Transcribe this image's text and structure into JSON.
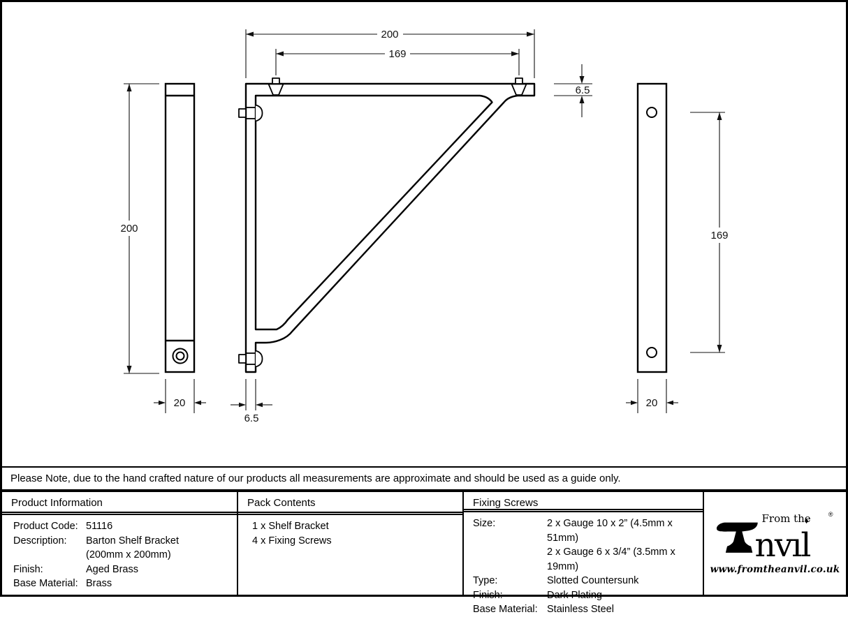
{
  "drawing": {
    "dims": {
      "front_width": "200",
      "front_holes": "169",
      "thickness_top": "6.5",
      "wall_thickness": "6.5",
      "side_height": "200",
      "side_depth": "20",
      "back_holes": "169",
      "back_width": "20"
    }
  },
  "note": {
    "text": "Please Note, due to the hand crafted nature of our products all measurements are approximate and should be used as a guide only."
  },
  "table": {
    "product_information": {
      "title": "Product Information",
      "rows": [
        {
          "label": "Product Code:",
          "value": "51116"
        },
        {
          "label": "Description:",
          "value": "Barton Shelf Bracket"
        },
        {
          "label": "",
          "value": "(200mm x 200mm)"
        },
        {
          "label": "Finish:",
          "value": "Aged Brass"
        },
        {
          "label": "Base Material:",
          "value": "Brass"
        }
      ]
    },
    "pack_contents": {
      "title": "Pack Contents",
      "items": [
        "1 x Shelf Bracket",
        "4 x Fixing Screws"
      ]
    },
    "fixing_screws": {
      "title": "Fixing Screws",
      "rows": [
        {
          "label": "Size:",
          "value": "2 x Gauge 10 x 2” (4.5mm x 51mm)"
        },
        {
          "label": "",
          "value": "2 x Gauge 6 x 3/4” (3.5mm x 19mm)"
        },
        {
          "label": "Type:",
          "value": "Slotted Countersunk"
        },
        {
          "label": "Finish:",
          "value": "Dark Plating"
        },
        {
          "label": "Base Material:",
          "value": "Stainless Steel"
        }
      ]
    }
  },
  "logo": {
    "from_the": "From the",
    "brand_suffix": "nvıl",
    "tittle": "♦",
    "registered": "®",
    "website": "www.fromtheanvil.co.uk",
    "icon": "anvil-icon"
  }
}
